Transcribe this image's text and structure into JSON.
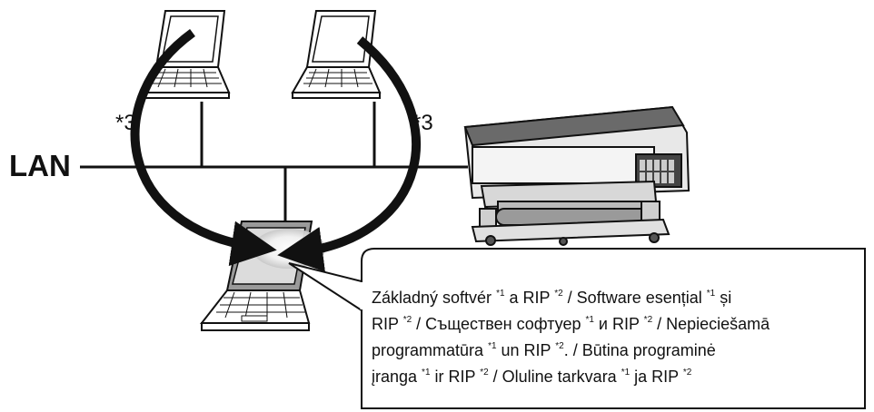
{
  "network": {
    "lan_label": "LAN",
    "note_left": "*3",
    "note_right": "*3"
  },
  "callout": {
    "segments": [
      {
        "t": "Základný softvér "
      },
      {
        "s": "*1"
      },
      {
        "t": " a RIP "
      },
      {
        "s": "*2"
      },
      {
        "t": " / Software esențial "
      },
      {
        "s": "*1"
      },
      {
        "t": " și"
      },
      {
        "br": true
      },
      {
        "t": "RIP "
      },
      {
        "s": "*2"
      },
      {
        "t": " / Съществен софтуер "
      },
      {
        "s": "*1"
      },
      {
        "t": " и RIP "
      },
      {
        "s": "*2"
      },
      {
        "t": " / Nepieciešamā"
      },
      {
        "br": true
      },
      {
        "t": "programmatūra "
      },
      {
        "s": "*1"
      },
      {
        "t": " un RIP "
      },
      {
        "s": "*2"
      },
      {
        "t": ". / Būtina programinė"
      },
      {
        "br": true
      },
      {
        "t": "įranga "
      },
      {
        "s": "*1"
      },
      {
        "t": " ir RIP "
      },
      {
        "s": "*2"
      },
      {
        "t": " / Oluline tarkvara "
      },
      {
        "s": "*1"
      },
      {
        "t": " ja RIP "
      },
      {
        "s": "*2"
      }
    ]
  },
  "colors": {
    "line": "#111111",
    "fill": "#ffffff",
    "screen_gray": "#cfcfcf",
    "bezel_gray": "#9a9a9a",
    "glow": "#bdbdbd"
  },
  "icons": {
    "laptop_left": "laptop-icon",
    "laptop_right": "laptop-icon",
    "laptop_bottom": "laptop-icon",
    "printer": "large-format-printer-icon"
  }
}
